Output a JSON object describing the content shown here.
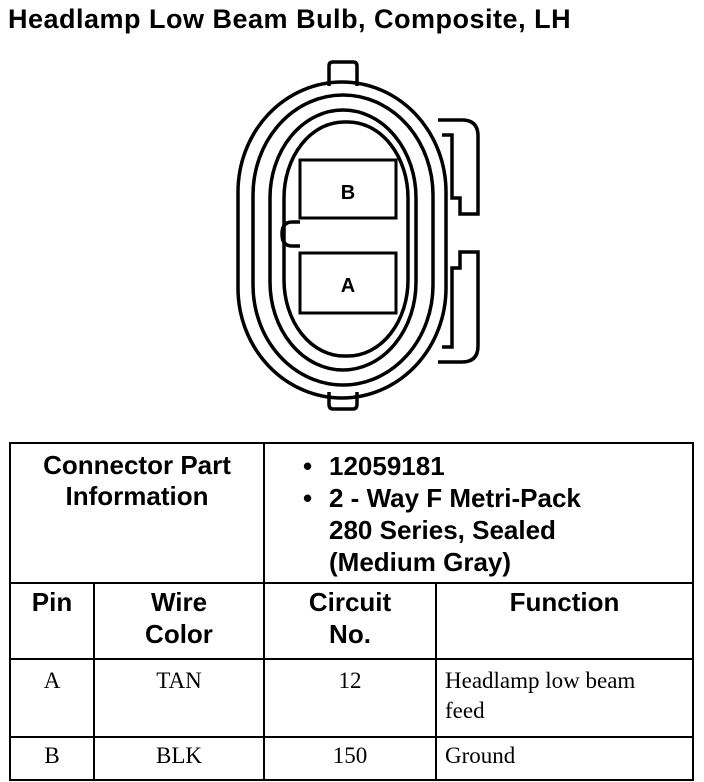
{
  "title": "Headlamp Low Beam Bulb, Composite, LH",
  "connector": {
    "pins": [
      {
        "label": "B"
      },
      {
        "label": "A"
      }
    ]
  },
  "connector_info": {
    "label_lines": [
      "Connector Part",
      "Information"
    ],
    "part_number": "12059181",
    "description_lines": [
      "2 - Way F Metri-Pack",
      "280 Series, Sealed",
      "(Medium Gray)"
    ],
    "bullet": "•"
  },
  "table": {
    "headers": [
      {
        "lines": [
          "Pin"
        ]
      },
      {
        "lines": [
          "Wire",
          "Color"
        ]
      },
      {
        "lines": [
          "Circuit",
          "No."
        ]
      },
      {
        "lines": [
          "Function"
        ]
      }
    ],
    "rows": [
      {
        "pin": "A",
        "wire_color": "TAN",
        "circuit": "12",
        "function_lines": [
          "Headlamp low beam",
          "feed"
        ]
      },
      {
        "pin": "B",
        "wire_color": "BLK",
        "circuit": "150",
        "function_lines": [
          "Ground"
        ]
      }
    ]
  }
}
